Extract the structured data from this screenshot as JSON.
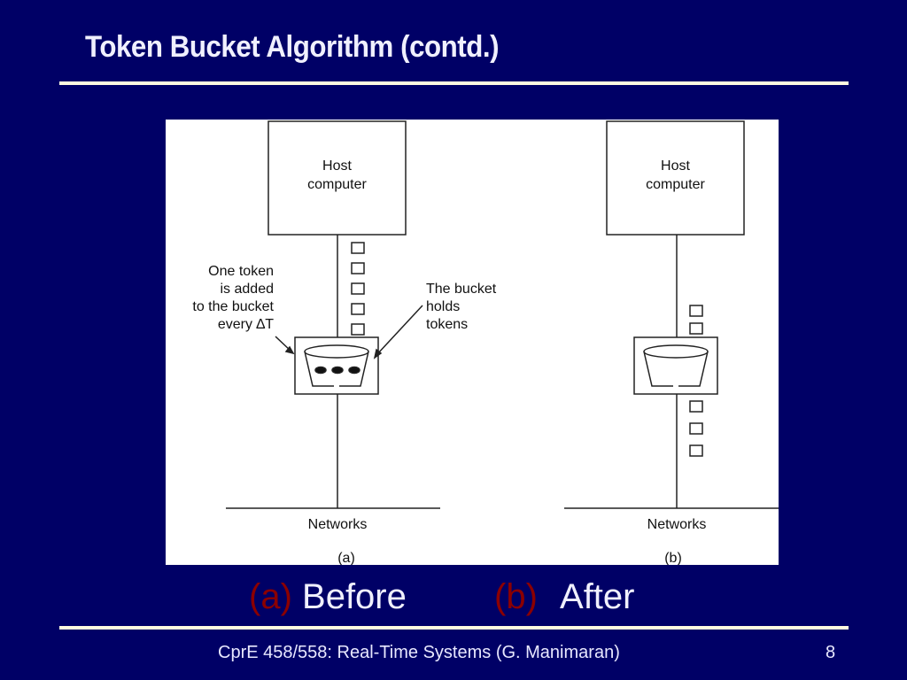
{
  "slide": {
    "title": "Token Bucket Algorithm (contd.)",
    "footer": "CprE 458/558: Real-Time Systems (G. Manimaran)",
    "page_number": "8"
  },
  "diagram": {
    "panel_a": {
      "host_line1": "Host",
      "host_line2": "computer",
      "left_annotation": [
        "One token",
        "is added",
        "to the bucket",
        "every ∆T"
      ],
      "right_annotation": [
        "The bucket",
        "holds",
        "tokens"
      ],
      "network_label": "Networks",
      "panel_label": "(a)",
      "incoming_tokens": 5,
      "tokens_in_bucket": 3,
      "outgoing_packets": 0
    },
    "panel_b": {
      "host_line1": "Host",
      "host_line2": "computer",
      "network_label": "Networks",
      "panel_label": "(b)",
      "incoming_tokens": 2,
      "tokens_in_bucket": 0,
      "outgoing_packets": 3
    }
  },
  "caption": {
    "a_label": "(a)",
    "a_text": "Before",
    "b_label": "(b)",
    "b_text": "After"
  },
  "colors": {
    "background": "#000066",
    "rule": "#fffbe0",
    "caption_label": "#8b0000"
  }
}
